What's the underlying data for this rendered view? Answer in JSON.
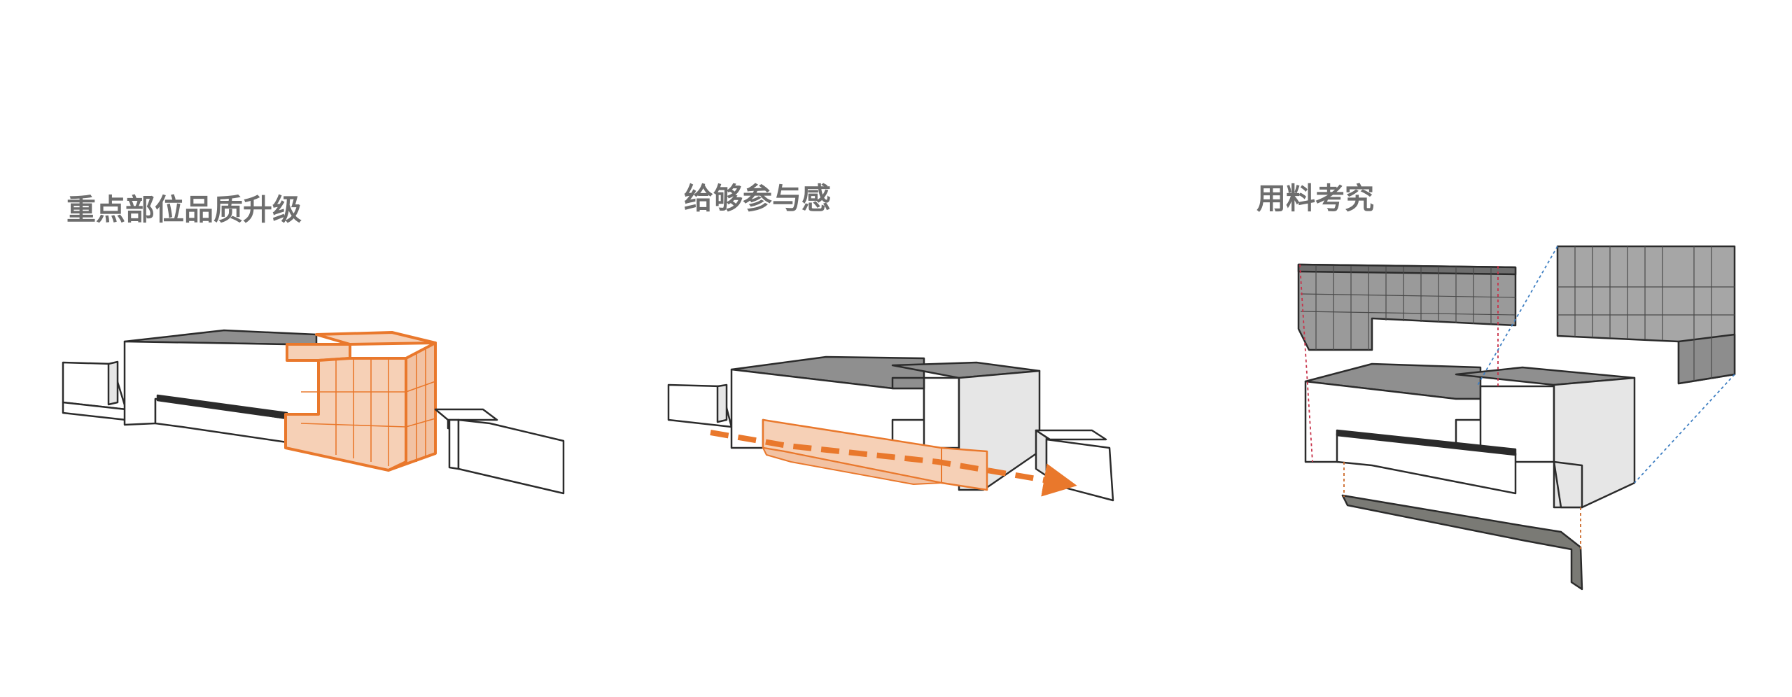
{
  "panels": [
    {
      "title": "重点部位品质升级"
    },
    {
      "title": "给够参与感"
    },
    {
      "title": "用料考究"
    }
  ],
  "colors": {
    "background": "#ffffff",
    "title_text": "#6d6d6d",
    "accent_orange": "#e9782c",
    "accent_fill": "#f6d0b6",
    "roof_gray": "#8f8f8f",
    "wall_white": "#ffffff",
    "side_gray": "#e6e6e6",
    "outline": "#2b2b2b",
    "cladding_gray": "#9a9a9a",
    "guide_red": "#c8334a",
    "guide_blue": "#3f7fc2",
    "guide_orange": "#cc6a2a"
  }
}
